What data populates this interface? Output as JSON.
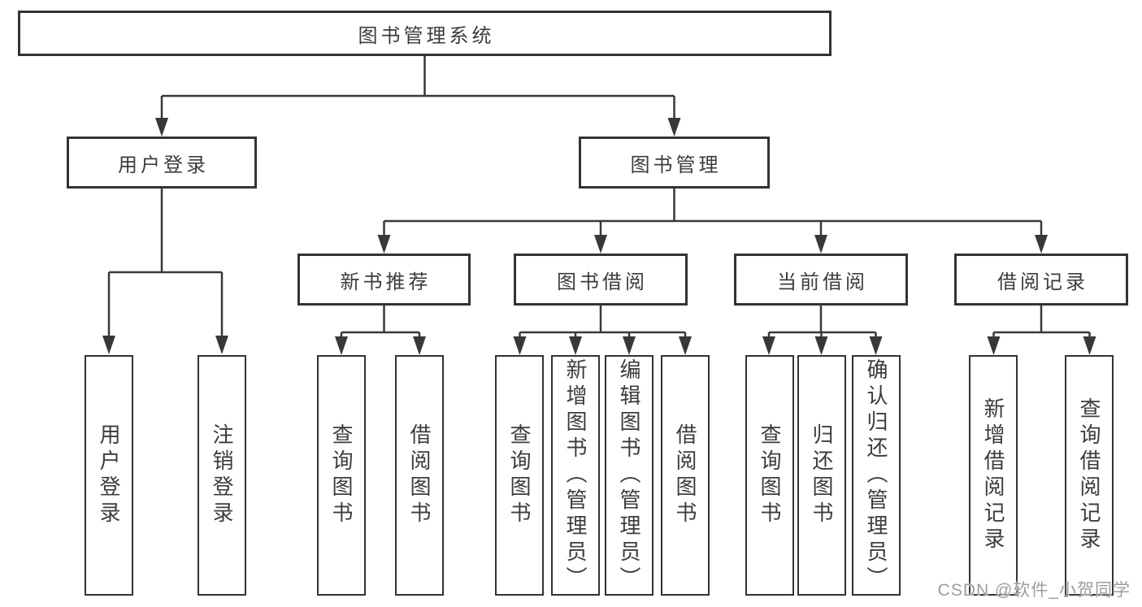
{
  "diagram_title": "图书管理系统",
  "tree": {
    "label": "图书管理系统",
    "children": [
      {
        "label": "用户登录",
        "children": [
          {
            "label": "用户登录"
          },
          {
            "label": "注销登录"
          }
        ]
      },
      {
        "label": "图书管理",
        "children": [
          {
            "label": "新书推荐",
            "children": [
              {
                "label": "查询图书"
              },
              {
                "label": "借阅图书"
              }
            ]
          },
          {
            "label": "图书借阅",
            "children": [
              {
                "label": "查询图书"
              },
              {
                "label": "新增图书（管理员）"
              },
              {
                "label": "编辑图书（管理员）"
              },
              {
                "label": "借阅图书"
              }
            ]
          },
          {
            "label": "当前借阅",
            "children": [
              {
                "label": "查询图书"
              },
              {
                "label": "归还图书"
              },
              {
                "label": "确认归还（管理员）"
              }
            ]
          },
          {
            "label": "借阅记录",
            "children": [
              {
                "label": "新增借阅记录"
              },
              {
                "label": "查询借阅记录"
              }
            ]
          }
        ]
      }
    ]
  },
  "watermark": {
    "text": "CSDN @软件_小贺同学"
  },
  "colors": {
    "line": "#383838",
    "box_border": "#333333",
    "text": "#3c3c3c",
    "background": "#ffffff",
    "watermark": "#9d9d9d"
  }
}
